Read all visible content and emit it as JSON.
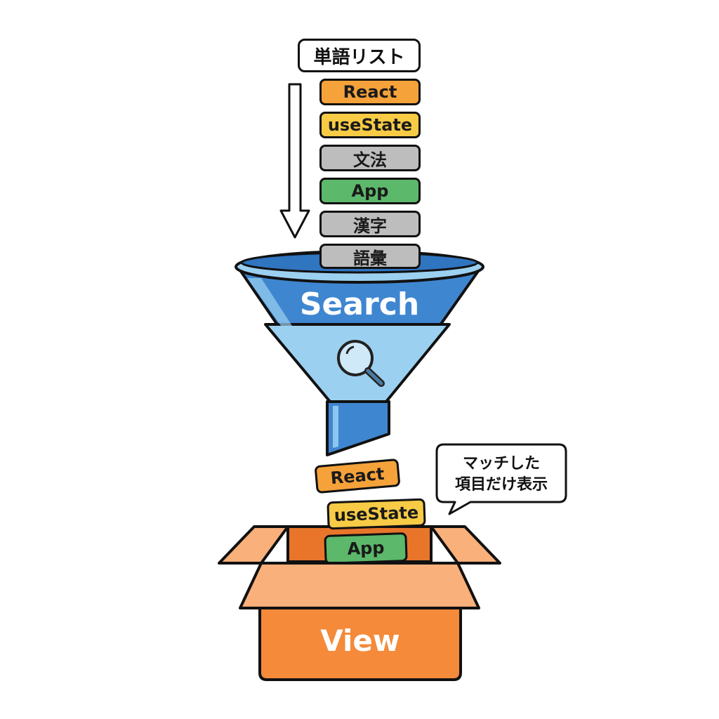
{
  "diagram": {
    "list_header": "単語リスト",
    "input_items": [
      {
        "label": "React",
        "color": "#F5A23A"
      },
      {
        "label": "useState",
        "color": "#F7CB45"
      },
      {
        "label": "文法",
        "color": "#BDBDBD"
      },
      {
        "label": "App",
        "color": "#5CB86A"
      },
      {
        "label": "漢字",
        "color": "#BDBDBD"
      },
      {
        "label": "語彙",
        "color": "#BDBDBD"
      }
    ],
    "funnel_label": "Search",
    "funnel_icon": "magnifier-icon",
    "output_items": [
      {
        "label": "React",
        "color": "#F5A23A"
      },
      {
        "label": "useState",
        "color": "#F7CB45"
      },
      {
        "label": "App",
        "color": "#5CB86A"
      }
    ],
    "callout": {
      "line1": "マッチした",
      "line2": "項目だけ表示"
    },
    "box_label": "View",
    "colors": {
      "funnel_dark": "#3F86D0",
      "funnel_light": "#9CD0F0",
      "box_front": "#F48A3A",
      "box_flap": "#F9B07A",
      "box_inside": "#E8752A"
    }
  }
}
